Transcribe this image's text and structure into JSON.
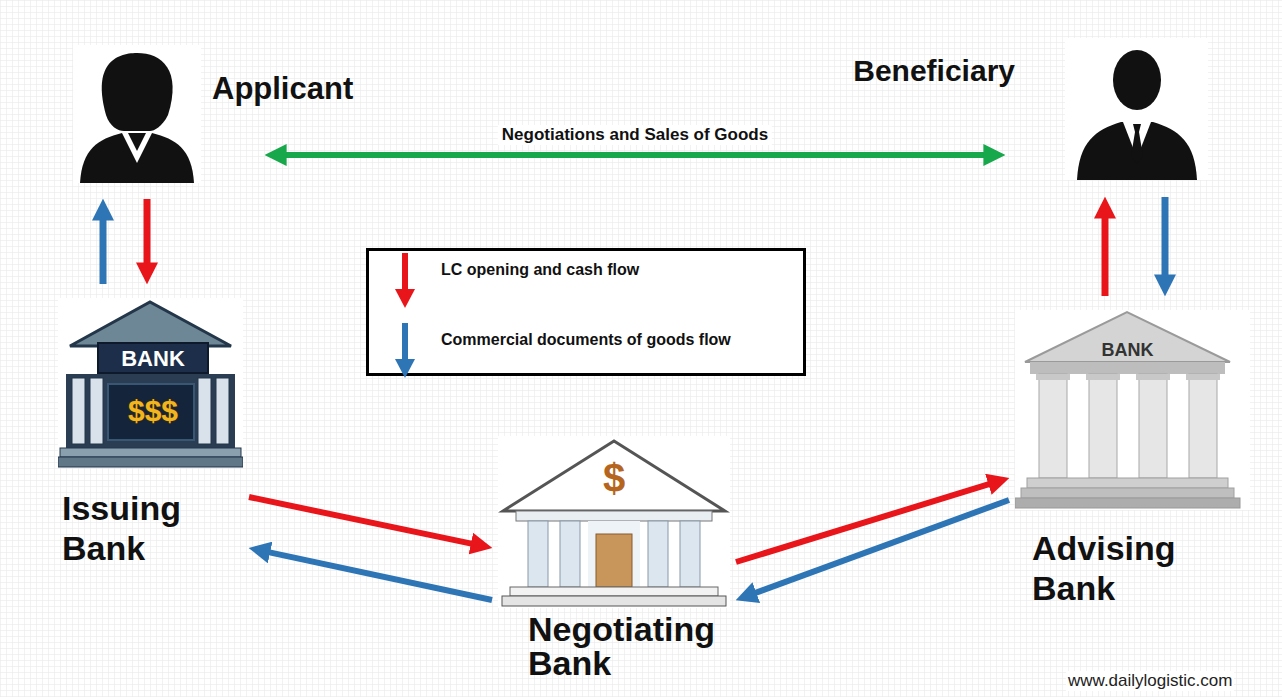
{
  "diagram": {
    "nodes": [
      {
        "text": [
          "Applicant"
        ]
      },
      {
        "text": [
          "Beneficiary"
        ]
      },
      {
        "text": [
          "BANK",
          "$$$",
          "Issuing Bank"
        ]
      },
      {
        "text": [
          "BANK",
          "Advising Bank"
        ]
      },
      {
        "text": [
          "$",
          "Negotiating Bank"
        ]
      }
    ],
    "edges": [
      {
        "from": 0,
        "to": 1,
        "label": "Negotiations and Sales of Goods",
        "arrow": "both"
      },
      {
        "from": 0,
        "to": 2,
        "arrow": "to"
      },
      {
        "from": 2,
        "to": 0,
        "arrow": "to"
      },
      {
        "from": 1,
        "to": 3,
        "arrow": "to"
      },
      {
        "from": 3,
        "to": 1,
        "arrow": "to"
      },
      {
        "from": 2,
        "to": 4,
        "arrow": "to"
      },
      {
        "from": 4,
        "to": 2,
        "arrow": "to"
      },
      {
        "from": 4,
        "to": 3,
        "arrow": "to"
      },
      {
        "from": 3,
        "to": 4,
        "arrow": "to"
      }
    ],
    "labels": [
      "www.dailylogistic.com"
    ],
    "legend": [
      {
        "text": "LC opening and cash flow"
      },
      {
        "text": "Commercial documents of goods flow"
      }
    ]
  }
}
